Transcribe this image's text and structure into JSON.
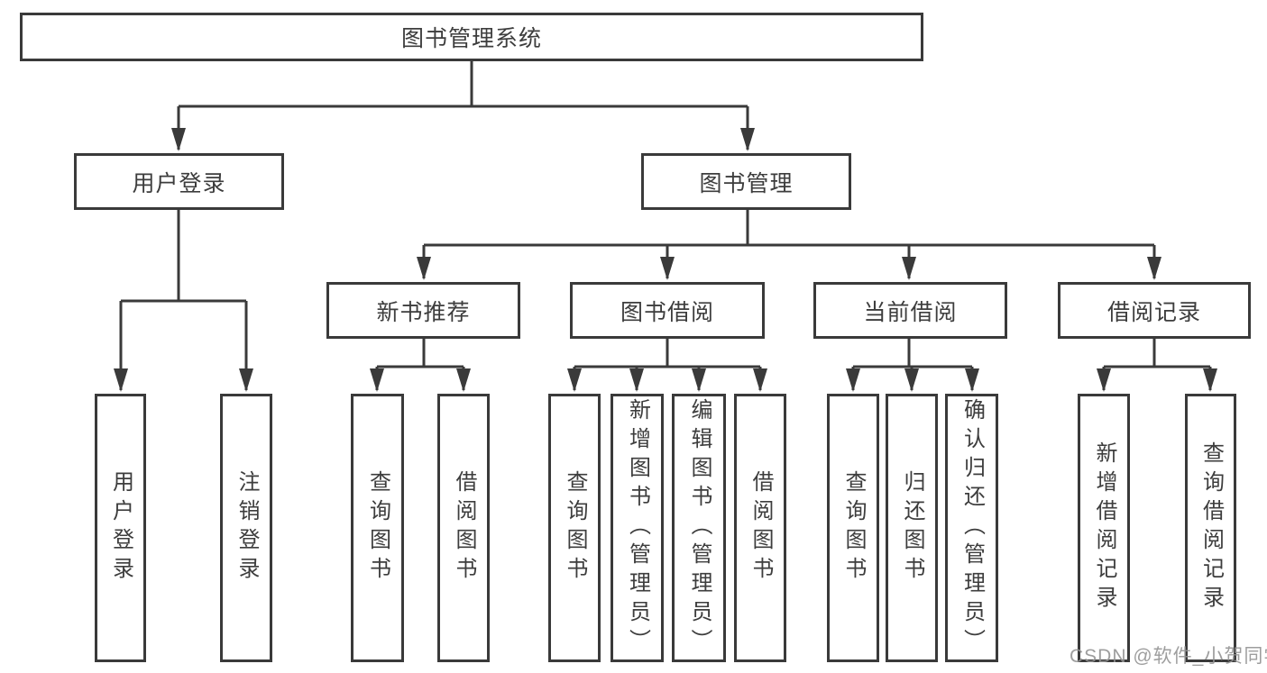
{
  "diagram": {
    "kind": "hierarchy-tree",
    "colors": {
      "line": "#3a3a3a",
      "box_border": "#3a3a3a",
      "text": "#3d3d3d",
      "background": "#ffffff",
      "watermark": "#949494"
    },
    "tree": {
      "label": "图书管理系统",
      "children": [
        {
          "label": "用户登录",
          "children": [
            {
              "label": "用户登录"
            },
            {
              "label": "注销登录"
            }
          ]
        },
        {
          "label": "图书管理",
          "children": [
            {
              "label": "新书推荐",
              "children": [
                {
                  "label": "查询图书"
                },
                {
                  "label": "借阅图书"
                }
              ]
            },
            {
              "label": "图书借阅",
              "children": [
                {
                  "label": "查询图书"
                },
                {
                  "label": "新增图书（管理员）"
                },
                {
                  "label": "编辑图书（管理员）"
                },
                {
                  "label": "借阅图书"
                }
              ]
            },
            {
              "label": "当前借阅",
              "children": [
                {
                  "label": "查询图书"
                },
                {
                  "label": "归还图书"
                },
                {
                  "label": "确认归还（管理员）"
                }
              ]
            },
            {
              "label": "借阅记录",
              "children": [
                {
                  "label": "新增借阅记录"
                },
                {
                  "label": "查询借阅记录"
                }
              ]
            }
          ]
        }
      ]
    },
    "watermark": "CSDN @软件_小贺同学"
  }
}
